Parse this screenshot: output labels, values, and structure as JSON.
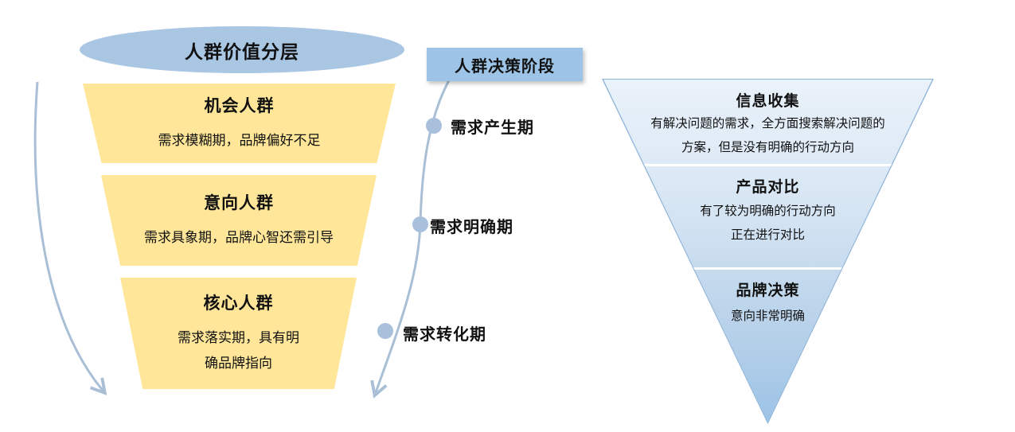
{
  "left_funnel": {
    "title": "人群价值分层",
    "stages": [
      {
        "title": "机会人群",
        "desc": "需求模糊期，品牌偏好不足"
      },
      {
        "title": "意向人群",
        "desc": "需求具象期，品牌心智还需引导"
      },
      {
        "title": "核心人群",
        "desc": "需求落实期，具有明\n确品牌指向"
      }
    ]
  },
  "decision_track": {
    "title": "人群决策阶段",
    "stages": [
      {
        "label": "需求产生期"
      },
      {
        "label": "需求明确期"
      },
      {
        "label": "需求转化期"
      }
    ]
  },
  "right_funnel": {
    "sections": [
      {
        "title": "信息收集",
        "desc": "有解决问题的需求，全方面搜索解决问题的\n方案，但是没有明确的行动方向"
      },
      {
        "title": "产品对比",
        "desc": "有了较为明确的行动方向\n正在进行对比"
      },
      {
        "title": "品牌决策",
        "desc": "意向非常明确"
      }
    ]
  },
  "colors": {
    "ellipse_fill": "#A9C6E3",
    "stage_fill": "#FFE699",
    "decision_label_fill": "#9DC3E6",
    "connector_line": "#A8BFD6",
    "track_dot": "#A9C0DC",
    "triangle_top": "#EAF2FA",
    "triangle_bottom": "#9DC3E6"
  }
}
